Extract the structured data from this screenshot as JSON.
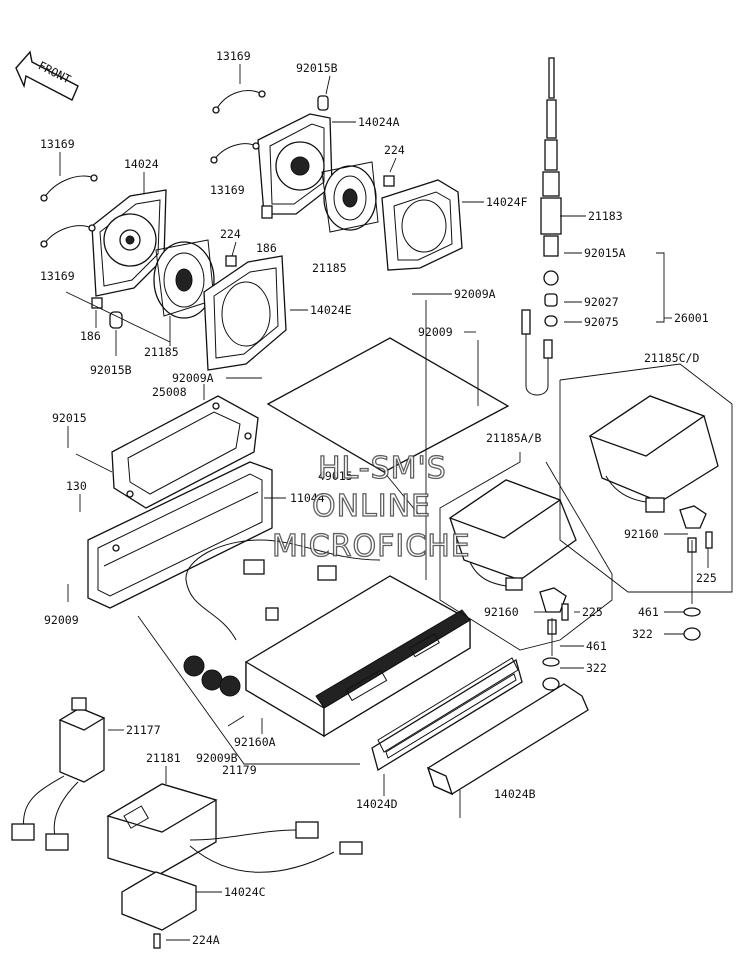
{
  "front_label": "FRONT",
  "watermark": [
    "HL-SM'S",
    "ONLINE",
    "MICROFICHE"
  ],
  "labels": {
    "l13169a": "13169",
    "l92015Ba": "92015B",
    "l14024Aa": "14024A",
    "l13169b": "13169",
    "l14024": "14024",
    "l224a": "224",
    "l13169c": "13169",
    "l224b": "224",
    "l14024F": "14024F",
    "l21183": "21183",
    "l13169d": "13169",
    "l186a": "186",
    "l21185a": "21185",
    "l14024E": "14024E",
    "l92015A": "92015A",
    "l92027": "92027",
    "l26001": "26001",
    "l92075": "92075",
    "l186b": "186",
    "l92015Bb": "92015B",
    "l21185b": "21185",
    "l92009A1": "92009A",
    "l92009a": "92009",
    "l92009A2": "92009A",
    "l21185CD": "21185C/D",
    "l25008": "25008",
    "l92015": "92015",
    "l21185AB": "21185A/B",
    "l49015": "49015",
    "l130": "130",
    "l11044": "11044",
    "l92160a": "92160",
    "l225a": "225",
    "l92009b": "92009",
    "l92160b": "92160",
    "l225b": "225",
    "l461a": "461",
    "l461b": "461",
    "l322a": "322",
    "l322b": "322",
    "l21177": "21177",
    "l21181": "21181",
    "l92009B": "92009B",
    "l92160A": "92160A",
    "l21179": "21179",
    "l14024D": "14024D",
    "l14024B": "14024B",
    "l14024C": "14024C",
    "l224A": "224A"
  }
}
